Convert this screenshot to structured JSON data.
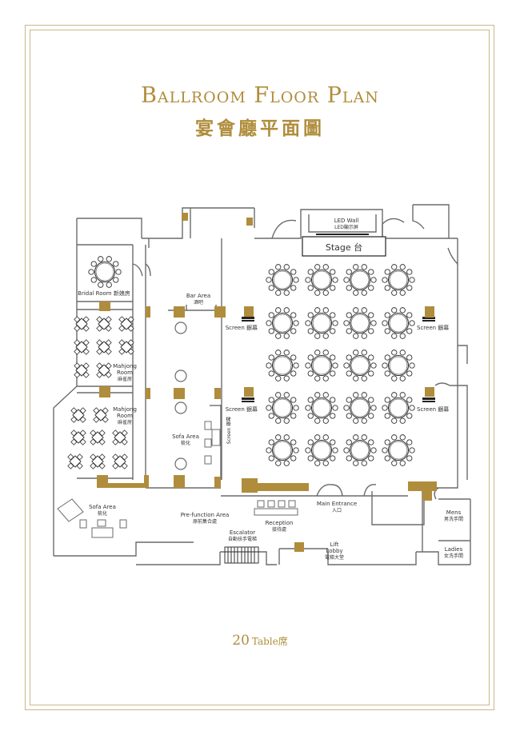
{
  "title_en": "Ballroom Floor Plan",
  "title_zh": "宴會廳平面圖",
  "capacity": {
    "number": "20",
    "unit": "Table席"
  },
  "labels": {
    "led_wall_en": "LED Wall",
    "led_wall_zh": "LED顯示屏",
    "stage": "Stage 台",
    "bridal_room": "Bridal Room 新娘房",
    "bar_area_en": "Bar Area",
    "bar_area_zh": "酒吧",
    "mahjong_en": "Mahjong",
    "mahjong_en2": "Room",
    "mahjong_zh": "麻雀房",
    "sofa_area_en": "Sofa Area",
    "sofa_area_zh": "梳化",
    "screen_left_top": "Screen 銀幕",
    "screen_right_top": "Screen 銀幕",
    "screen_left_bottom": "Screen 銀幕",
    "screen_right_bottom": "Screen 銀幕",
    "screen_vertical": "Screen 銀幕",
    "prefunction_en": "Pre-function Area",
    "prefunction_zh": "原前集合處",
    "reception_en": "Reception",
    "reception_zh": "接待處",
    "main_entrance_en": "Main Entrance",
    "main_entrance_zh": "入口",
    "escalator_en": "Escalator",
    "escalator_zh": "自動扶手電梯",
    "lift_lobby_en": "Lift",
    "lift_lobby_en2": "Lobby",
    "lift_lobby_zh": "電梯大堂",
    "mens_en": "Mens",
    "mens_zh": "男洗手間",
    "ladies_en": "Ladies",
    "ladies_zh": "女洗手間"
  },
  "colors": {
    "gold": "#b08d3c",
    "wall": "#6b6b6b",
    "frame": "#c8b88a"
  }
}
